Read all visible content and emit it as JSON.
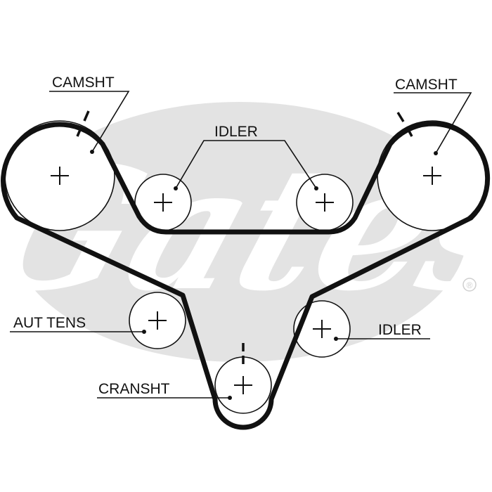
{
  "labels": {
    "camshaft_left": "CAMSHT",
    "camshaft_right": "CAMSHT",
    "idler_top": "IDLER",
    "auto_tensioner": "AUT TENS",
    "idler_right": "IDLER",
    "crankshaft": "CRANSHT"
  },
  "watermark": {
    "brand": "Gates",
    "registered_symbol": "®",
    "color": "#e3e3e3"
  },
  "colors": {
    "ink": "#111111",
    "background": "#ffffff"
  }
}
